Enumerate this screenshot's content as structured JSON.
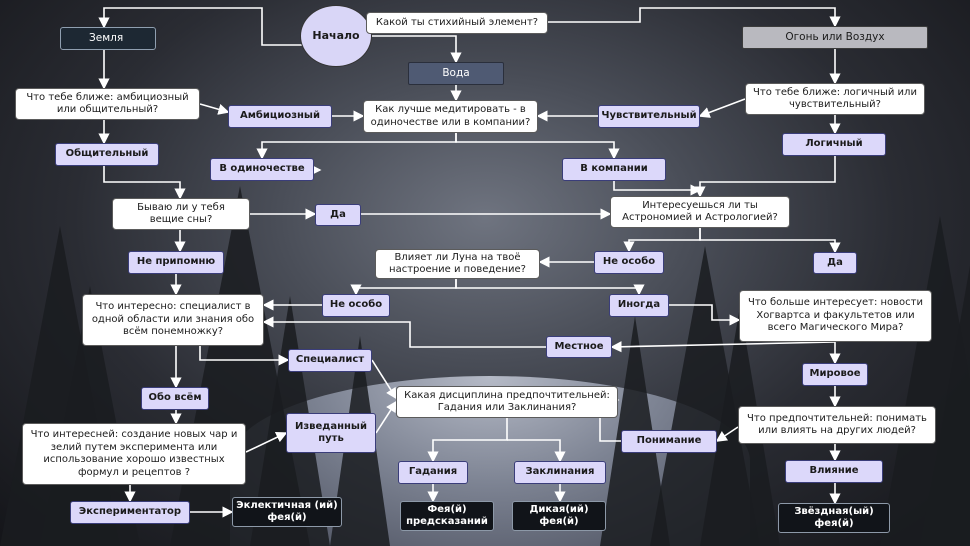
{
  "diagram": {
    "start": "Начало",
    "main_question": "Какой ты стихийный элемент?",
    "elements": {
      "earth": "Земля",
      "water": "Вода",
      "fire_air": "Огонь или Воздух"
    },
    "q_ambitious_social": "Что тебе ближе: амбициозный или общительный?",
    "q_logic_feel": "Что тебе ближе: логичный или чувствительный?",
    "q_meditate": "Как лучше медитировать - в одиночестве или в компании?",
    "a_ambitious": "Амбициозный",
    "a_sensitive": "Чувствительный",
    "a_social": "Общительный",
    "a_logical": "Логичный",
    "a_alone": "В одиночестве",
    "a_company": "В компании",
    "q_dreams": "Бываю ли у тебя вещие сны?",
    "q_astro": "Интересуешься ли ты Астрономией и Астрологией?",
    "a_yes1": "Да",
    "a_yes2": "Да",
    "a_dont_remember": "Не припомню",
    "a_not_really1": "Не особо",
    "a_not_really2": "Не особо",
    "q_moon": "Влияет ли Луна на твоё настроение и поведение?",
    "a_sometimes": "Иногда",
    "q_news": "Что больше интересует: новости Хогвартса и факультетов или всего Магического Мира?",
    "q_specialist": "Что интересно: специалист в одной области или знания обо всём понемножку?",
    "a_local": "Местное",
    "a_specialist": "Специалист",
    "a_world": "Мировое",
    "a_about_all": "Обо всём",
    "q_discipline": "Какая дисциплина предпочтительней: Гадания или Заклинания?",
    "q_create": "Что интересней: создание новых чар и зелий путем эксперимента или использование хорошо известных формул и рецептов ?",
    "a_proven": "Изведанный путь",
    "q_understand": "Что предпочтительней: понимать или влиять на других людей?",
    "a_understanding": "Понимание",
    "a_divination": "Гадания",
    "a_charms": "Заклинания",
    "a_influence": "Влияние",
    "a_experimenter": "Экспериментатор",
    "r_eclectic": "Эклектичная (ий) фея(й)",
    "r_seer": "Фея(й) предсказаний",
    "r_wild": "Дикая(ий) фея(й)",
    "r_star": "Звёздная(ый) фея(й)"
  },
  "colors": {
    "answer_fill": "#dcd8fa",
    "question_fill": "#ffffff",
    "result_fill": "#111419",
    "connector": "#ffffff"
  }
}
